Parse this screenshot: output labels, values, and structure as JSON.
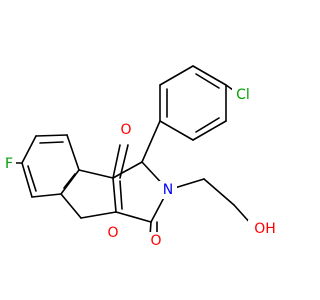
{
  "molecule": {
    "colors": {
      "background": "#ffffff",
      "bond": "#000000",
      "carbon": "#000000",
      "oxygen": "#ff0000",
      "nitrogen": "#0000ff",
      "chlorine": "#00a000",
      "fluorine": "#00a000"
    },
    "atom_labels": {
      "chlorine": "Cl",
      "fluorine": "F",
      "ketone_oxygen": "O",
      "ring_oxygen": "O",
      "lactam_oxygen": "O",
      "nitrogen": "N",
      "hydroxyl": "OH"
    }
  }
}
